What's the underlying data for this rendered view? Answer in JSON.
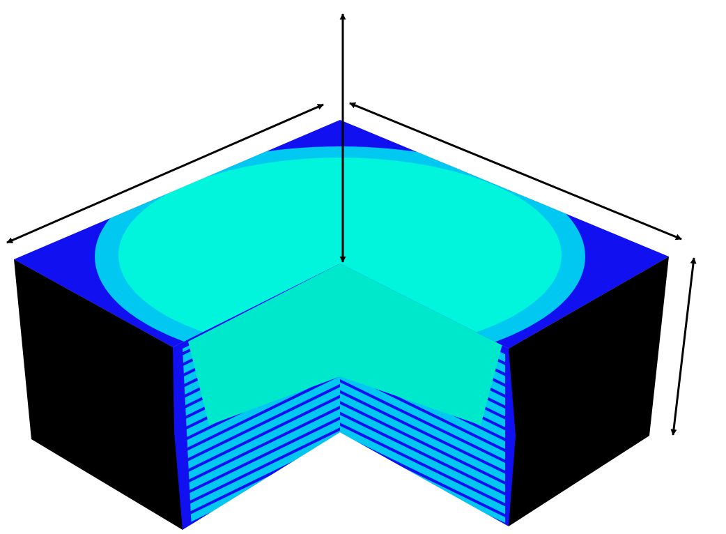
{
  "diagram": {
    "colors": {
      "background": "#ffffff",
      "outer_side": "#000000",
      "layer_dark": "#1010f0",
      "layer_mid": "#00c8f0",
      "layer_core": "#00f5dc",
      "cut_face_core": "#00e8cc",
      "arrow": "#000000"
    },
    "arrows": [
      {
        "id": "left-top-edge",
        "double_headed": true
      },
      {
        "id": "right-top-edge",
        "double_headed": true
      },
      {
        "id": "vertical-center",
        "double_headed": true
      },
      {
        "id": "right-side-height",
        "double_headed": true
      }
    ]
  }
}
